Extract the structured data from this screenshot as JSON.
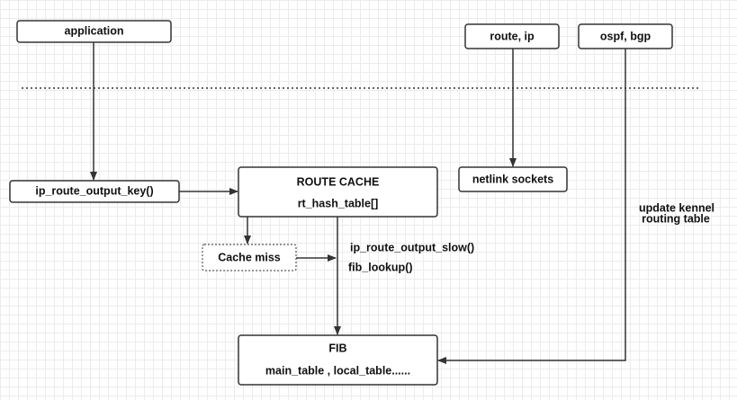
{
  "boxes": {
    "application": "application",
    "route_ip": "route, ip",
    "ospf_bgp": "ospf, bgp",
    "ip_route_output_key": "ip_route_output_key()",
    "route_cache_title": "ROUTE CACHE",
    "route_cache_table": "rt_hash_table[]",
    "netlink_sockets": "netlink sockets",
    "cache_miss": "Cache miss",
    "fib_title": "FIB",
    "fib_tables": "main_table , local_table......"
  },
  "labels": {
    "ip_route_output_slow": "ip_route_output_slow()",
    "fib_lookup": "fib_lookup()",
    "update_line1": "update kennel",
    "update_line2": "routing table"
  }
}
